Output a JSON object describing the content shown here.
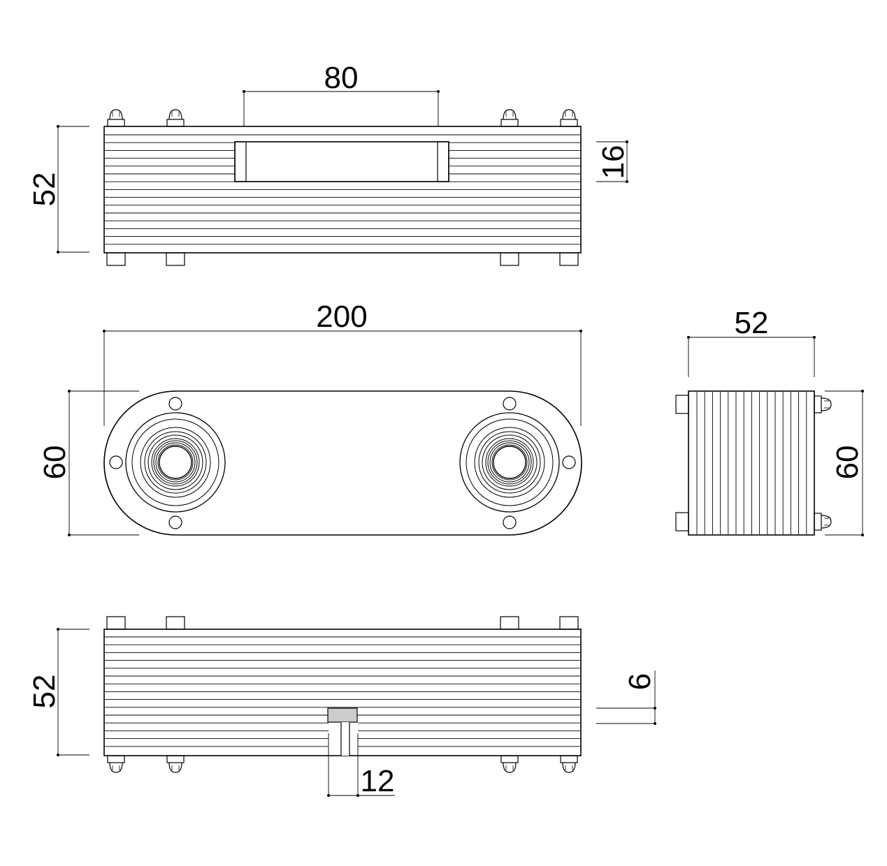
{
  "drawing": {
    "colors": {
      "stroke": "#000000",
      "background": "#ffffff"
    },
    "dimensions": {
      "top_view_slot_width": "80",
      "top_view_height": "52",
      "top_view_slot_height": "16",
      "front_view_length": "200",
      "front_view_height": "60",
      "side_view_width": "52",
      "side_view_height": "60",
      "bottom_view_height": "52",
      "bottom_view_notch_depth": "6",
      "bottom_view_notch_width": "12"
    }
  }
}
